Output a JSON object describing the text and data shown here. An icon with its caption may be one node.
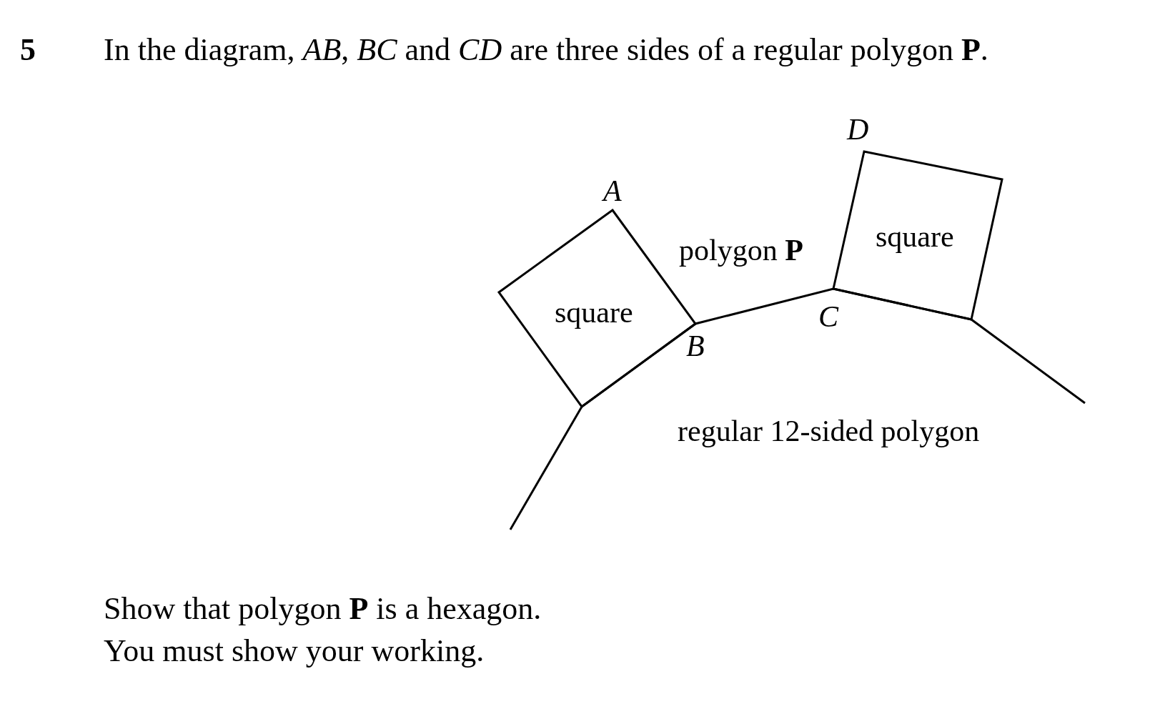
{
  "diagram": {
    "title": "In the diagram, *AB*, *BC* and *CD* are three sides of a regular polygon **P**.",
    "nodes": [
      {
        "text": [
          "square"
        ]
      },
      {
        "text": [
          "square"
        ]
      }
    ],
    "edges": [],
    "labels": [
      "5",
      "D",
      "A",
      "polygon **P**",
      "C",
      "B",
      "regular 12-sided polygon",
      "Show that polygon **P** is a hexagon.",
      "You must show your working."
    ]
  }
}
